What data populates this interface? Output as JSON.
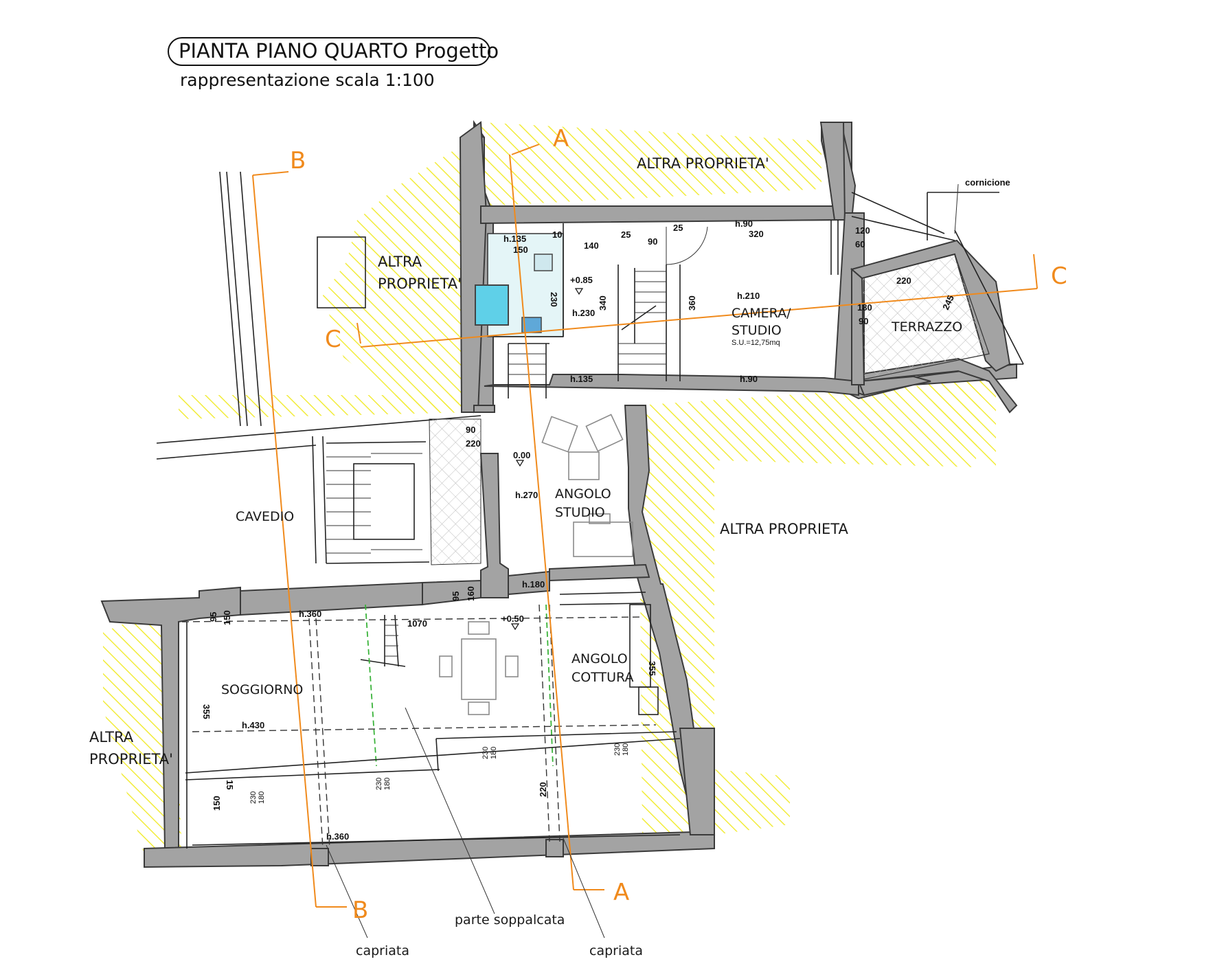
{
  "title": {
    "main": "PIANTA PIANO QUARTO  Progetto",
    "scale": "rappresentazione scala 1:100"
  },
  "colors": {
    "wall": "#a3a3a3",
    "hatch": "#f2ec3a",
    "section_line": "#f08a1c",
    "water": "#5fd0e8"
  },
  "sections": {
    "a_top": "A",
    "a_bottom": "A",
    "b_top": "B",
    "b_bottom": "B",
    "c_left": "C",
    "c_right": "C"
  },
  "rooms": {
    "camera_line1": "CAMERA/",
    "camera_line2": "STUDIO",
    "camera_area": "S.U.=12,75mq",
    "terrazzo": "TERRAZZO",
    "angolo_studio_line1": "ANGOLO",
    "angolo_studio_line2": "STUDIO",
    "cavedio": "CAVEDIO",
    "soggiorno": "SOGGIORNO",
    "angolo_cottura_line1": "ANGOLO",
    "angolo_cottura_line2": "COTTURA"
  },
  "neighbours": {
    "top": "ALTRA PROPRIETA'",
    "left_upper_line1": "ALTRA",
    "left_upper_line2": "PROPRIETA'",
    "right": "ALTRA PROPRIETA",
    "left_lower_line1": "ALTRA",
    "left_lower_line2": "PROPRIETA'"
  },
  "annotations": {
    "cornicione": "cornicione",
    "parte_soppalcata": "parte soppalcata",
    "capriata_left": "capriata",
    "capriata_right": "capriata"
  },
  "dimensions": {
    "h135_top": "h.135",
    "d150": "150",
    "d10": "10",
    "d140": "140",
    "d25a": "25",
    "d90a": "90",
    "d25b": "25",
    "h90_top": "h.90",
    "d320": "320",
    "d120": "120",
    "d60": "60",
    "d230": "230",
    "lvl_085": "+0.85",
    "h230": "h.230",
    "d340": "340",
    "d360": "360",
    "h210": "h.210",
    "d180": "180",
    "d90b": "90",
    "d220": "220",
    "d245": "245",
    "h135_bot": "h.135",
    "h90_bot": "h.90",
    "d90c": "90",
    "d220b": "220",
    "lvl_000": "0.00",
    "h270": "h.270",
    "h180": "h.180",
    "d95a": "95",
    "d160": "160",
    "d95b": "95",
    "d150b": "150",
    "h360_top": "h.360",
    "d1070": "1070",
    "lvl_050": "+0.50",
    "d355a": "355",
    "d355b": "355",
    "h430": "h.430",
    "d15": "15",
    "d150c": "150",
    "d220c": "220",
    "h360_bot": "h.360",
    "w1_a": "230",
    "w1_b": "180",
    "w2_a": "230",
    "w2_b": "180",
    "w3_a": "230",
    "w3_b": "180",
    "w4_a": "230",
    "w4_b": "180"
  }
}
